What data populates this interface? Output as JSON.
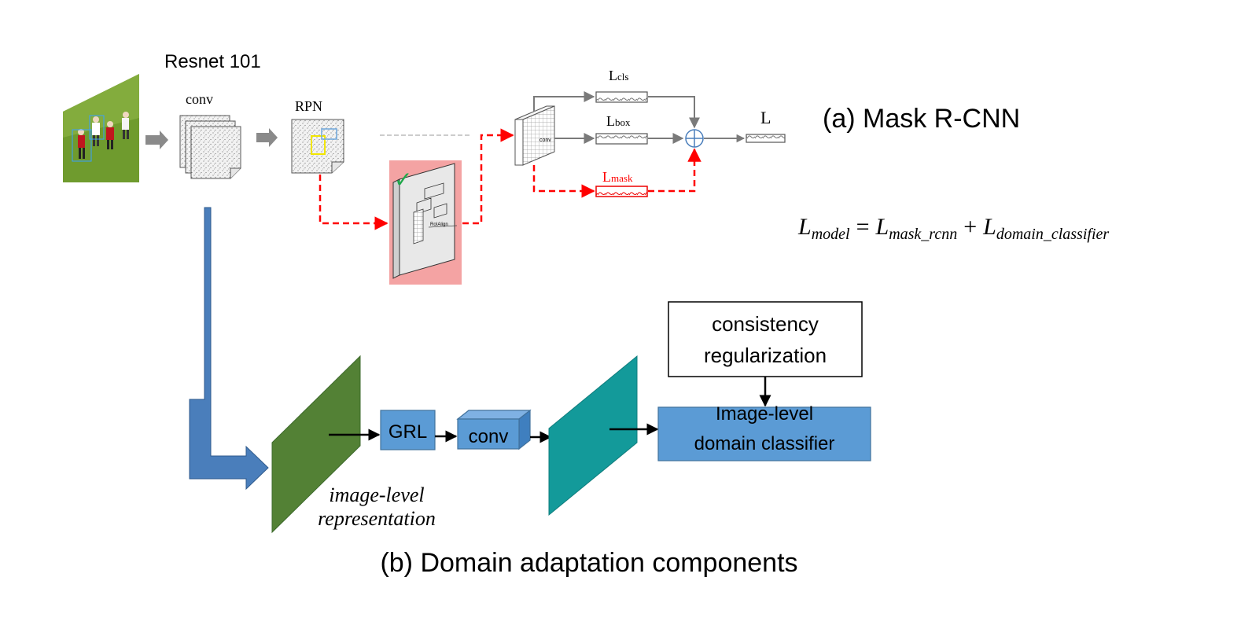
{
  "mask_rcnn": {
    "caption": "(a) Mask R-CNN",
    "backbone_label": "Resnet 101",
    "conv_label": "conv",
    "rpn_label": "RPN",
    "roialign_label": "RoIAlign",
    "head_conv_label": "conv",
    "checkmark": "✓",
    "loss_total": "L",
    "loss_cls": {
      "main": "L",
      "sub": "cls"
    },
    "loss_box": {
      "main": "L",
      "sub": "box"
    },
    "loss_mask": {
      "main": "L",
      "sub": "mask"
    }
  },
  "equation": {
    "lhs_main": "L",
    "lhs_sub": "model",
    "equals": "=",
    "term1_main": "L",
    "term1_sub": "mask_rcnn",
    "plus": "+",
    "term2_main": "L",
    "term2_sub": "domain_classifier"
  },
  "domain_adaptation": {
    "caption": "(b) Domain adaptation components",
    "grl_label": "GRL",
    "conv_label": "conv",
    "consistency_line1": "consistency",
    "consistency_line2": "regularization",
    "classifier_line1": "Image-level",
    "classifier_line2": "domain classifier",
    "representation_line1": "image-level",
    "representation_line2": "representation"
  },
  "colors": {
    "backbone_arrow": "#4a7ebb",
    "green_feature": "#538135",
    "teal_feature": "#139a9a",
    "box_blue": "#5b9bd5",
    "roi_highlight": "#f4a3a3",
    "mask_branch": "#ff0000",
    "gray_arrow": "#8a8a8a"
  }
}
